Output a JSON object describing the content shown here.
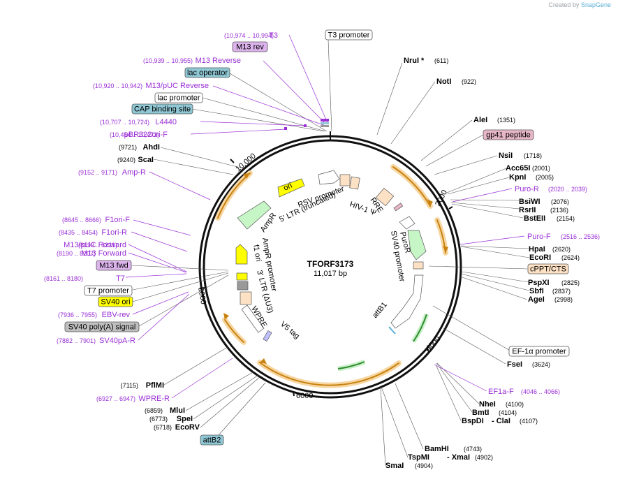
{
  "credit": {
    "prefix": "Created by",
    "brand": "SnapGene"
  },
  "plasmid": {
    "name": "TFORF3173",
    "size": "11,017 bp"
  },
  "ticks": [
    "2000",
    "4000",
    "6000",
    "8000",
    "10,000"
  ],
  "sites": [
    {
      "name": "NruI *",
      "pos": "(611)"
    },
    {
      "name": "NotI",
      "pos": "(922)"
    },
    {
      "name": "AleI",
      "pos": "(1351)"
    },
    {
      "name": "NsiI",
      "pos": "(1718)"
    },
    {
      "name": "Acc65I",
      "pos": "(2001)"
    },
    {
      "name": "KpnI",
      "pos": "(2005)"
    },
    {
      "name": "BsiWI",
      "pos": "(2076)"
    },
    {
      "name": "RsrII",
      "pos": "(2136)"
    },
    {
      "name": "BstEII",
      "pos": "(2154)"
    },
    {
      "name": "HpaI",
      "pos": "(2620)"
    },
    {
      "name": "EcoRI",
      "pos": "(2624)"
    },
    {
      "name": "PspXI",
      "pos": "(2825)"
    },
    {
      "name": "SbfI",
      "pos": "(2837)"
    },
    {
      "name": "AgeI",
      "pos": "(2998)"
    },
    {
      "name": "FseI",
      "pos": "(3624)"
    },
    {
      "name": "NheI",
      "pos": "(4100)"
    },
    {
      "name": "BmtI",
      "pos": "(4104)"
    },
    {
      "name": "BspDI",
      "pos": "(4107)"
    },
    {
      "name": "- ClaI",
      "pos": ""
    },
    {
      "name": "BamHI",
      "pos": "(4743)"
    },
    {
      "name": "TspMI",
      "pos": "(4902)"
    },
    {
      "name": "- XmaI",
      "pos": ""
    },
    {
      "name": "SmaI",
      "pos": "(4904)"
    },
    {
      "name": "AhdI",
      "pos": "(9721)"
    },
    {
      "name": "ScaI",
      "pos": "(9240)"
    },
    {
      "name": "PflMI",
      "pos": "(7115)"
    },
    {
      "name": "MluI",
      "pos": "(6859)"
    },
    {
      "name": "SpeI",
      "pos": "(6773)"
    },
    {
      "name": "EcoRV",
      "pos": "(6718)"
    }
  ],
  "primers": [
    {
      "name": "T3",
      "pos": "(10,974 .. 10,994)"
    },
    {
      "name": "M13 Reverse",
      "pos": "(10,939 .. 10,955)"
    },
    {
      "name": "M13/pUC Reverse",
      "pos": "(10,920 .. 10,942)"
    },
    {
      "name": "L4440",
      "pos": "(10,707 .. 10,724)"
    },
    {
      "name": "pBR322ori-F",
      "pos": "(10,454 .. 10,473)"
    },
    {
      "name": "Amp-R",
      "pos": "(9152 .. 9171)"
    },
    {
      "name": "Puro-R",
      "pos": "(2020 .. 2039)"
    },
    {
      "name": "Puro-F",
      "pos": "(2516 .. 2536)"
    },
    {
      "name": "F1ori-F",
      "pos": "(8645 .. 8666)"
    },
    {
      "name": "F1ori-R",
      "pos": "(8435 .. 8454)"
    },
    {
      "name": "M13/pUC Forward",
      "pos": "(8199 .. 8221)"
    },
    {
      "name": "M13 Forward",
      "pos": "(8190 .. 8207)"
    },
    {
      "name": "T7",
      "pos": "(8161 .. 8180)"
    },
    {
      "name": "EBV-rev",
      "pos": "(7936 .. 7955)"
    },
    {
      "name": "SV40pA-R",
      "pos": "(7882 .. 7901)"
    },
    {
      "name": "WPRE-R",
      "pos": "(6927 .. 6947)"
    },
    {
      "name": "EF1a-F",
      "pos": "(4046 .. 4066)"
    }
  ],
  "boxes": [
    {
      "text": "T3 promoter",
      "fill": "#ffffff"
    },
    {
      "text": "M13 rev",
      "fill": "#dcb3ec"
    },
    {
      "text": "lac operator",
      "fill": "#8fc7d4"
    },
    {
      "text": "lac promoter",
      "fill": "#ffffff"
    },
    {
      "text": "CAP binding site",
      "fill": "#8fc7d4"
    },
    {
      "text": "gp41 peptide",
      "fill": "#e8b7c7"
    },
    {
      "text": "cPPT/CTS",
      "fill": "#fde1c4"
    },
    {
      "text": "M13 fwd",
      "fill": "#dcb3ec"
    },
    {
      "text": "T7 promoter",
      "fill": "#ffffff"
    },
    {
      "text": "SV40 ori",
      "fill": "#ffff00"
    },
    {
      "text": "SV40 poly(A) signal",
      "fill": "#bfbfbf"
    },
    {
      "text": "EF-1α promoter",
      "fill": "#ffffff"
    },
    {
      "text": "attB2",
      "fill": "#8fc7d4"
    }
  ],
  "inner_features": [
    "ori",
    "RSV promoter",
    "5' LTR (truncated)",
    "HIV-1 Ψ",
    "RRE",
    "AmpR",
    "PuroR",
    "SV40 promoter",
    "AmpR promoter",
    "f1 ori",
    "3' LTR (ΔU3)",
    "WPRE",
    "V5 tag",
    "attB1"
  ],
  "colors": {
    "primer": "#9a2fd6",
    "orf": "#f0b93a",
    "ori": "#ffff00",
    "ampr": "#c6f5c6"
  }
}
